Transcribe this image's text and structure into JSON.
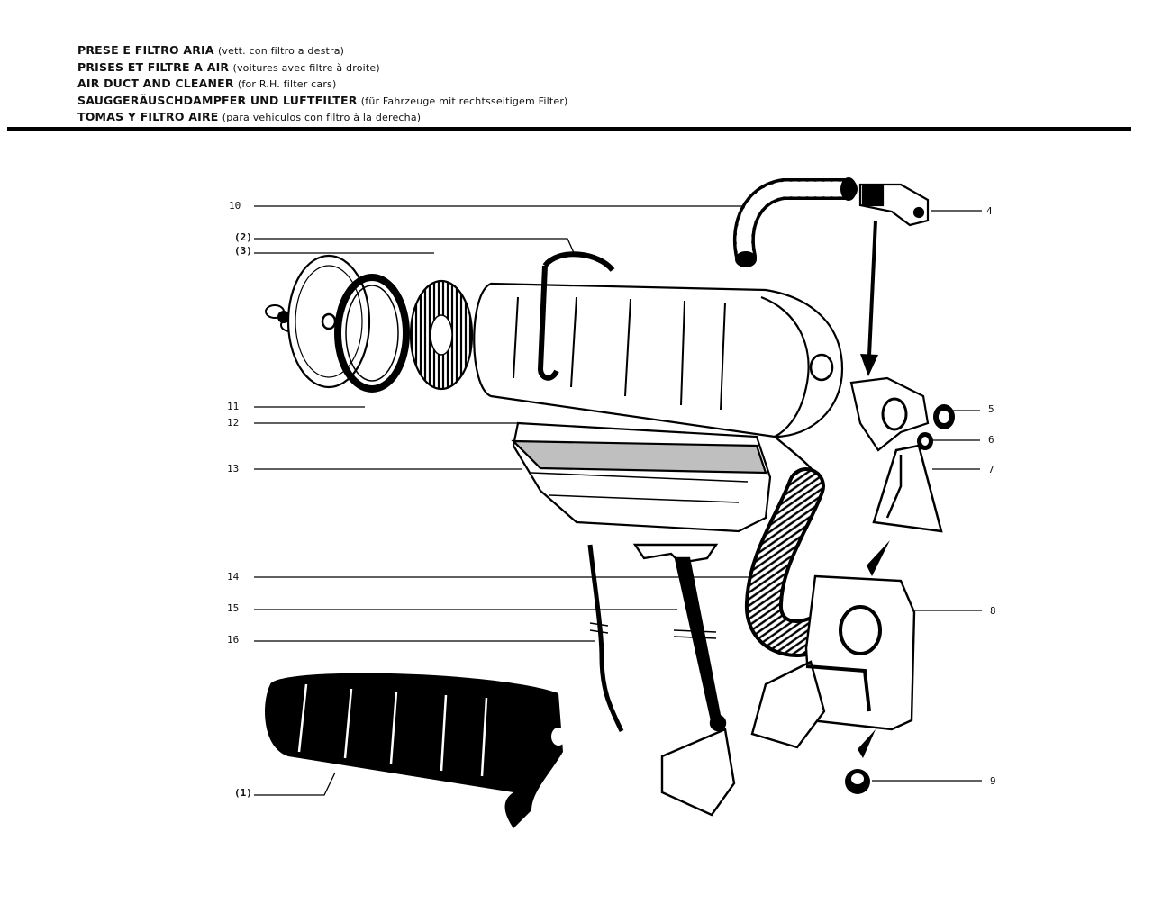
{
  "header": {
    "lines": [
      {
        "strong": "PRESE E FILTRO ARIA",
        "light": "(vett. con filtro a destra)"
      },
      {
        "strong": "PRISES ET FILTRE A  AIR",
        "light": "(voitures avec filtre à droite)"
      },
      {
        "strong": "AIR DUCT AND CLEANER",
        "light": "(for R.H. filter cars)"
      },
      {
        "strong": "SAUGGERÄUSCHDAMPFER UND LUFTFILTER",
        "light": "(für Fahrzeuge mit rechtsseitigem Filter)"
      },
      {
        "strong": "TOMAS Y FILTRO AIRE",
        "light": "(para vehiculos con filtro à la derecha)"
      }
    ]
  },
  "callouts": {
    "c10": "10",
    "c2": "(2)",
    "c3": "(3)",
    "c11": "11",
    "c12": "12",
    "c13": "13",
    "c14": "14",
    "c15": "15",
    "c16": "16",
    "c1": "(1)",
    "c4": "4",
    "c5": "5",
    "c6": "6",
    "c7": "7",
    "c8": "8",
    "c9": "9"
  }
}
